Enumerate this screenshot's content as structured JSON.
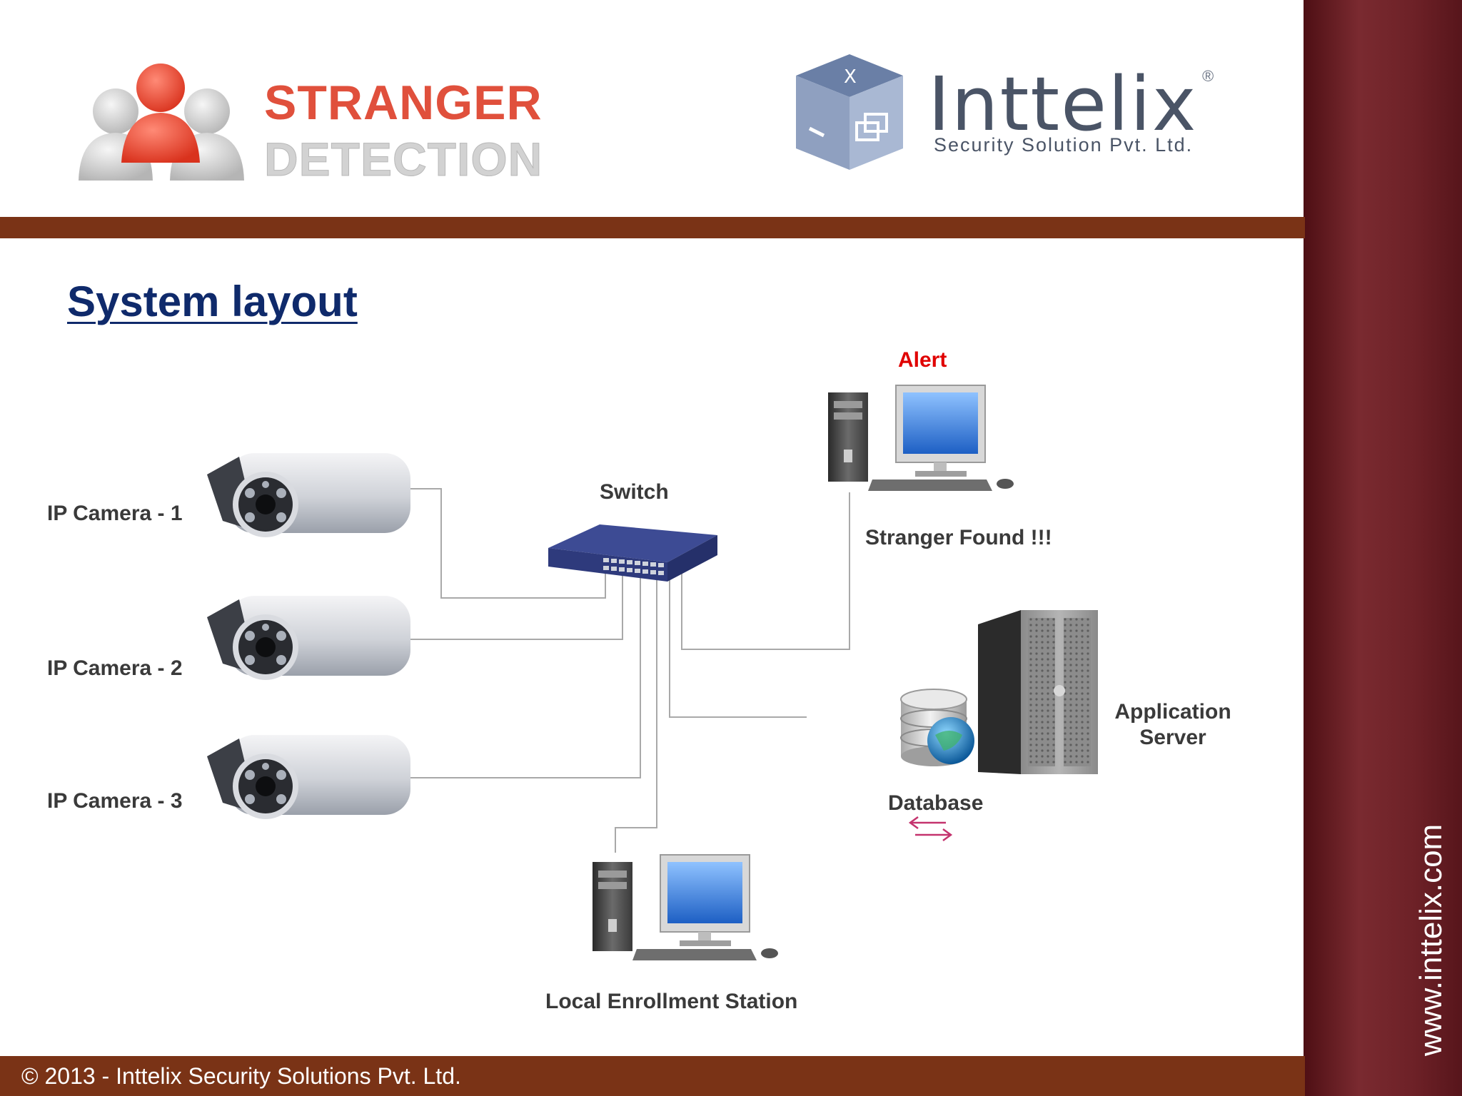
{
  "header": {
    "logo_line1": "STRANGER",
    "logo_line2": "DETECTION",
    "brand_name": "Inttelix",
    "brand_reg_mark": "®",
    "brand_tagline": "Security Solution Pvt. Ltd."
  },
  "slide": {
    "title": "System layout"
  },
  "diagram": {
    "camera_1": "IP Camera - 1",
    "camera_2": "IP Camera - 2",
    "camera_3": "IP Camera - 3",
    "switch": "Switch",
    "alert": "Alert",
    "stranger_found": "Stranger Found !!!",
    "application_server_line1": "Application",
    "application_server_line2": "Server",
    "database": "Database",
    "enrollment_station": "Local Enrollment Station"
  },
  "footer": {
    "copyright": "© 2013 - Inttelix Security Solutions Pvt. Ltd."
  },
  "sidebar": {
    "url": "www.inttelix.com"
  },
  "colors": {
    "band": "#7a3316",
    "sidebar": "#6d2127",
    "title": "#0f2a6b",
    "alert": "#e00000",
    "logo_red": "#e0503c"
  }
}
